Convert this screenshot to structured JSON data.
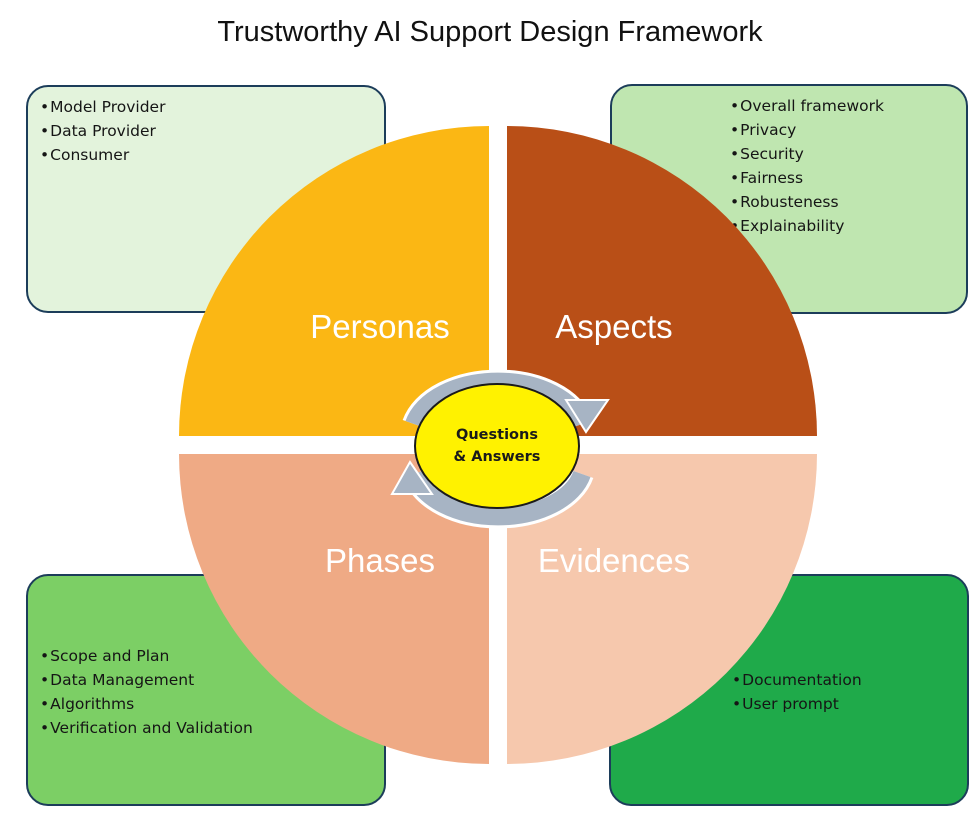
{
  "title": "Trustworthy AI Support Design Framework",
  "center": {
    "line1": "Questions",
    "line2": "& Answers"
  },
  "quadrants": {
    "personas": {
      "label": "Personas",
      "color": "#fbb714",
      "items": [
        "Model Provider",
        "Data Provider",
        "Consumer"
      ]
    },
    "aspects": {
      "label": "Aspects",
      "color": "#b94f17",
      "items": [
        "Overall framework",
        "Privacy",
        "Security",
        "Fairness",
        "Robusteness",
        "Explainability"
      ]
    },
    "phases": {
      "label": "Phases",
      "color": "#efaa85",
      "items": [
        "Scope and Plan",
        "Data Management",
        "Algorithms",
        "Verification and Validation"
      ]
    },
    "evidences": {
      "label": "Evidences",
      "color": "#f6c8ad",
      "items": [
        "Documentation",
        "User prompt"
      ]
    }
  },
  "colors": {
    "center_fill": "#fff200",
    "arrow": "#a7b4c4",
    "box_border": "#1c3d5a"
  }
}
